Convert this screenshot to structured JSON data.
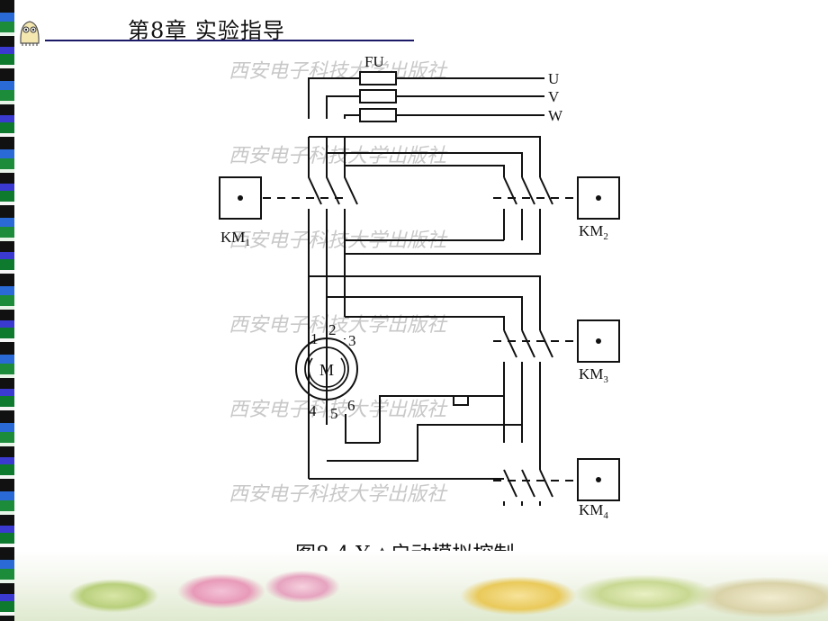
{
  "header": {
    "title": "第8章  实验指导"
  },
  "diagram": {
    "labels": {
      "fuse": "FU",
      "phase_u": "U",
      "phase_v": "V",
      "phase_w": "W",
      "motor": "M",
      "t1": "1",
      "t2": "2",
      "t3": "3",
      "t4": "4",
      "t5": "5",
      "t6": "6",
      "km1": "KM",
      "km1_sub": "1",
      "km2": "KM",
      "km2_sub": "2",
      "km3": "KM",
      "km3_sub": "3",
      "km4": "KM",
      "km4_sub": "4"
    },
    "watermark": "西安电子科技大学出版社"
  },
  "caption": "图8-4 Y-△启动模拟控制",
  "colors": {
    "header_rule": "#1a1a66",
    "ink": "#111111",
    "watermark": "#c8c8c8"
  }
}
